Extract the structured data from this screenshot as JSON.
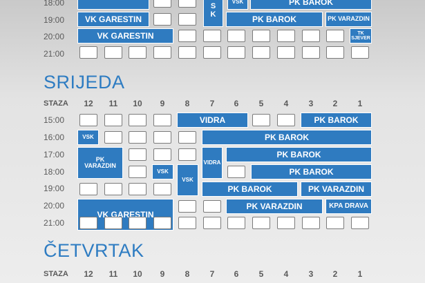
{
  "lane_numbers": [
    "12",
    "11",
    "10",
    "9",
    "8",
    "7",
    "6",
    "5",
    "4",
    "3",
    "2",
    "1"
  ],
  "lane_header": "STAZA",
  "top_times": [
    "18:00",
    "19:00",
    "20:00",
    "21:00"
  ],
  "days": [
    {
      "title": "SRIJEDA",
      "times": [
        "15:00",
        "16:00",
        "17:00",
        "18:00",
        "19:00",
        "20:00",
        "21:00"
      ]
    },
    {
      "title": "ČETVRTAK"
    }
  ],
  "bookings": {
    "top_sk": "S\nK",
    "top_vsk": "VSK",
    "top_barok_18": "PK BAROK",
    "top_garestin_19": "VK GARESTIN",
    "top_barok_19": "PK BAROK",
    "top_varazdin_19": "PK VARAZDIN",
    "top_garestin_20": "VK GARESTIN",
    "top_tk_sjever": "TK\nSJEVER",
    "s_vidra_15": "VIDRA",
    "s_barok_15": "PK BAROK",
    "s_vsk_16": "VSK",
    "s_barok_16": "PK BAROK",
    "s_varazdin_17": "PK\nVARAZDIN",
    "s_vidra_17": "VIDRA",
    "s_barok_17": "PK BAROK",
    "s_vsk_18": "VSK",
    "s_vsk_185": "VSK",
    "s_barok_18": "PK BAROK",
    "s_barok_19": "PK BAROK",
    "s_varazdin_19": "PK VARAZDIN",
    "s_garestin_20": "VK GARESTIN",
    "s_varazdin_20": "PK VARAZDIN",
    "s_kpa_drava": "KPA DRAVA"
  }
}
